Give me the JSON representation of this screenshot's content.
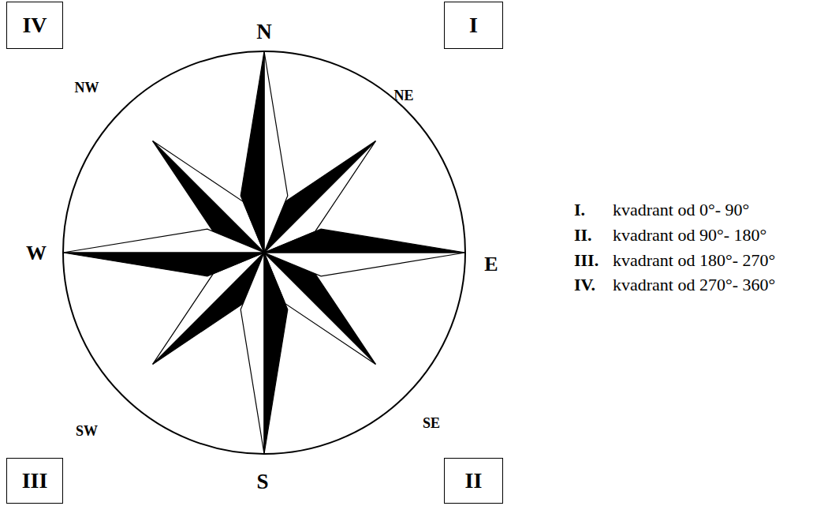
{
  "diagram": {
    "nodes": [
      {
        "text": [
          "IV"
        ]
      },
      {
        "text": [
          "I"
        ]
      },
      {
        "text": [
          "III"
        ]
      },
      {
        "text": [
          "II"
        ]
      }
    ],
    "labels": [
      "N",
      "NW",
      "NE",
      "W",
      "E",
      "SW",
      "SE",
      "S",
      "I.",
      "kvadrant od 0°- 90°",
      "II.",
      "kvadrant od 90°- 180°",
      "III.",
      "kvadrant od 180°- 270°",
      "IV.",
      "kvadrant od 270°- 360°"
    ]
  }
}
